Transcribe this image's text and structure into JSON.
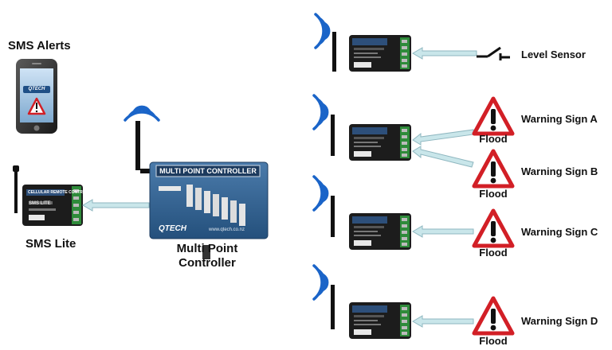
{
  "labels": {
    "sms_alerts": "SMS Alerts",
    "sms_lite": "SMS Lite",
    "mpc_line1": "Multi Point",
    "mpc_line2": "Controller",
    "mpc_box_title": "MULTI POINT CONTROLLER",
    "mpc_brand": "QTECH",
    "mpc_url": "www.qtech.co.nz",
    "sms_lite_device_title": "CELLULAR REMOTE CONTROL",
    "sms_lite_device_name": "SMS LITE",
    "phone_brand": "QTECH",
    "level_sensor": "Level Sensor",
    "flood": "Flood",
    "warning_a": "Warning Sign A",
    "warning_b": "Warning Sign B",
    "warning_c": "Warning Sign C",
    "warning_d": "Warning Sign D"
  },
  "colors": {
    "wifi_blue": "#1a64c8",
    "device_blue": "#2f5d8a",
    "arrow_fill": "#c9e6ea",
    "arrow_stroke": "#8fb7c0",
    "warning_red": "#d21f26",
    "device_dark": "#1c1c1c",
    "terminal_green": "#2e8b3a"
  },
  "icons": [
    "wifi-icon",
    "antenna-icon",
    "warning-triangle-icon",
    "switch-icon",
    "arrow-icon",
    "phone-icon"
  ]
}
